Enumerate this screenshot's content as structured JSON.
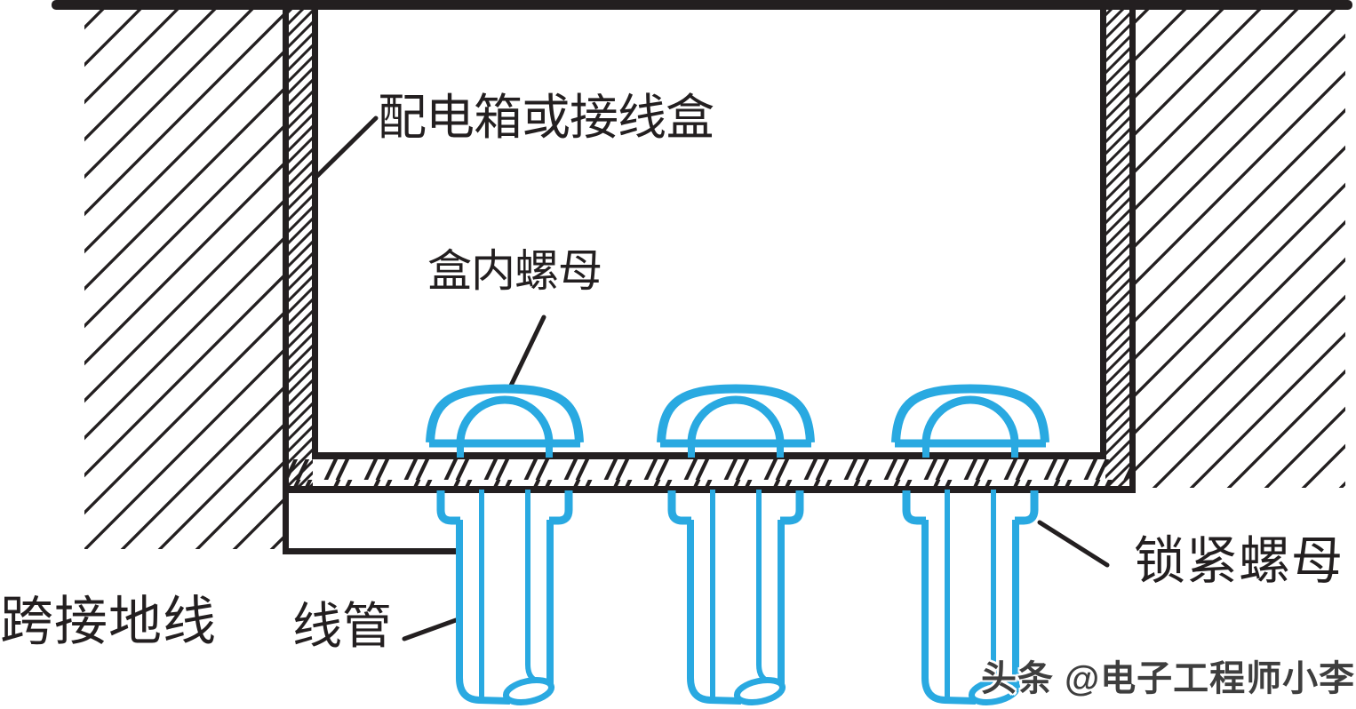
{
  "labels": {
    "box": "配电箱或接线盒",
    "box_nut": "盒内螺母",
    "lock_nut": "锁紧螺母",
    "conduit": "线管",
    "jumper_ground": "跨接地线"
  },
  "watermark": {
    "text": "头条 @电子工程师小李"
  },
  "colors": {
    "ink": "#231f20",
    "blue": "#29a9e1",
    "paper": "#ffffff",
    "wm": "#3e3e3e"
  }
}
